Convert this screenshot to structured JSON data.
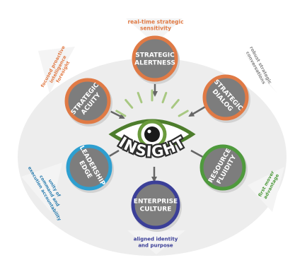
{
  "center": {
    "word": "INSIGHT",
    "colors": {
      "iris": "#6a9a3c",
      "eye_outline": "#4d7d2c",
      "pupil": "#1a1a1a",
      "ray": "#a8c882",
      "ground": "#ededed"
    }
  },
  "nodes": [
    {
      "id": "strategic-alertness",
      "lines": [
        "STRATEGIC",
        "ALERTNESS"
      ],
      "ring": "#e07a45",
      "side_lines": [
        "real-time strategic",
        "sensitivity"
      ],
      "side_color": "#e07a45"
    },
    {
      "id": "strategic-dialog",
      "lines": [
        "STRATEGIC",
        "DIALOG"
      ],
      "ring": "#e07a45",
      "side_lines": [
        "robust strategic",
        "conversations"
      ],
      "side_color": "#8a8a8a"
    },
    {
      "id": "resource-fluidity",
      "lines": [
        "RESOURCE",
        "FLUIDITY"
      ],
      "ring": "#4f9a3d",
      "side_lines": [
        "first mover",
        "advantage"
      ],
      "side_color": "#4f9a3d"
    },
    {
      "id": "enterprise-culture",
      "lines": [
        "ENTERPRISE",
        "CULTURE"
      ],
      "ring": "#3b3f98",
      "side_lines": [
        "aligned identity",
        "and purpose"
      ],
      "side_color": "#3b3f98"
    },
    {
      "id": "leadership-edge",
      "lines": [
        "LEADERSHIP",
        "EDGE"
      ],
      "ring": "#2e9fd0",
      "side_lines": [
        "unity of",
        "command and",
        "execution accountability"
      ],
      "side_color": "#2e7fb0"
    },
    {
      "id": "strategic-acuity",
      "lines": [
        "STRATEGIC",
        "ACUITY"
      ],
      "ring": "#e07a45",
      "side_lines": [
        "focused proactive",
        "intelligence",
        "foresight"
      ],
      "side_color": "#e07a45"
    }
  ],
  "colors": {
    "node_fill": "#7d7d7d",
    "arrow": "#666666",
    "callout_fill": "#f4f4f4"
  }
}
